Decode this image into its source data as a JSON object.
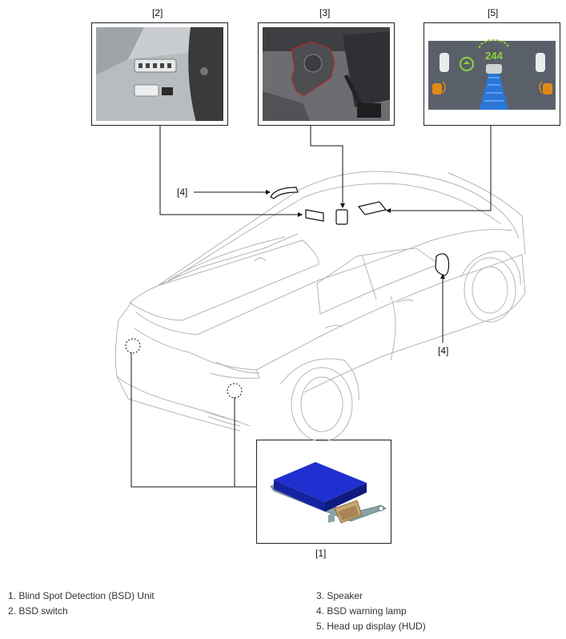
{
  "callouts": {
    "c1": "[1]",
    "c2": "[2]",
    "c3": "[3]",
    "c4_top": "[4]",
    "c4_side": "[4]",
    "c5": "[5]"
  },
  "hud": {
    "speed": "244"
  },
  "legend": {
    "left": [
      "1. Blind Spot Detection (BSD) Unit",
      "2. BSD switch"
    ],
    "right": [
      "3. Speaker",
      "4. BSD warning lamp",
      "5. Head up display (HUD)"
    ]
  },
  "colors": {
    "bsd_unit_top": "#1f2fd0",
    "bsd_unit_base": "#8aa3a8",
    "hud_bg": "#5a6069",
    "hud_lane": "#2a76d8",
    "hud_speed": "#8fd13a",
    "hud_warning": "#e08a16",
    "speaker_outline": "#d41c1c"
  }
}
